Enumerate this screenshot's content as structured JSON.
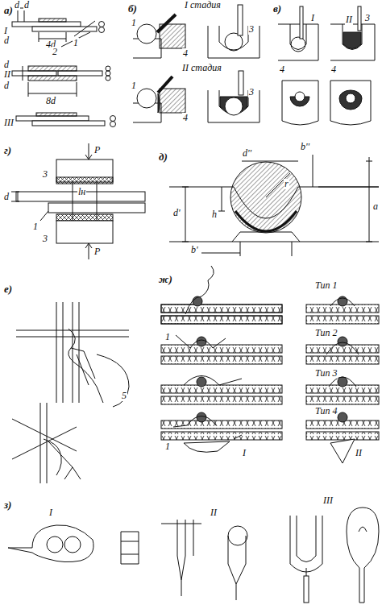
{
  "diagram": {
    "labels": [
      "а)",
      "I",
      "d",
      "d",
      "d",
      "4d",
      "2",
      "1",
      "II",
      "d",
      "d",
      "8d",
      "III",
      "б)",
      "1",
      "4",
      "I стадия",
      "3",
      "1",
      "4",
      "II стадия",
      "3",
      "в)",
      "4",
      "I",
      "4",
      "II",
      "3",
      "г)",
      "P",
      "3",
      "d",
      "1",
      "lн",
      "3",
      "P",
      "д)",
      "d''",
      "b''",
      "a",
      "r",
      "h",
      "d'",
      "b'",
      "е)",
      "5",
      "ж)",
      "Тип 1",
      "1",
      "Тип 2",
      "Тип 3",
      "Тип 4",
      "1",
      "I",
      "II",
      "з)",
      "I",
      "II",
      "III"
    ]
  }
}
